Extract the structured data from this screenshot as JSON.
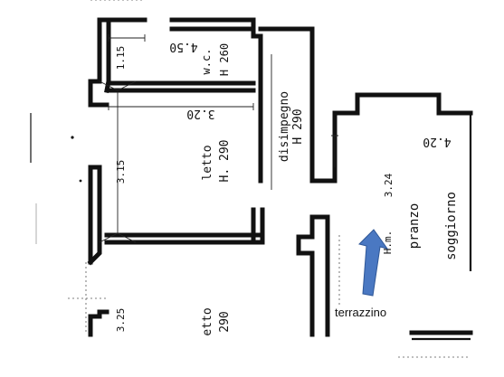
{
  "labels": {
    "wc_width": "4.50",
    "wc_height_dim": "1.15",
    "wc_name": "w.c.",
    "wc_h": "H 260",
    "letto1_width": "3.20",
    "letto1_height_dim": "3.15",
    "letto1_name": "letto",
    "letto1_h": "H. 290",
    "disimpegno_name": "disimpegno",
    "disimpegno_h": "H 290",
    "soggiorno_width": "4.20",
    "soggiorno_depth": "3.24",
    "pranzo_name": "pranzo",
    "soggiorno_name": "soggiorno",
    "hm": "H.m.",
    "letto2_height_dim": "3.25",
    "letto2_name": "etto",
    "letto2_h": "290",
    "terrazzino": "terrazzino"
  },
  "colors": {
    "wall": "#111111",
    "arrow": "#4a78c2"
  }
}
